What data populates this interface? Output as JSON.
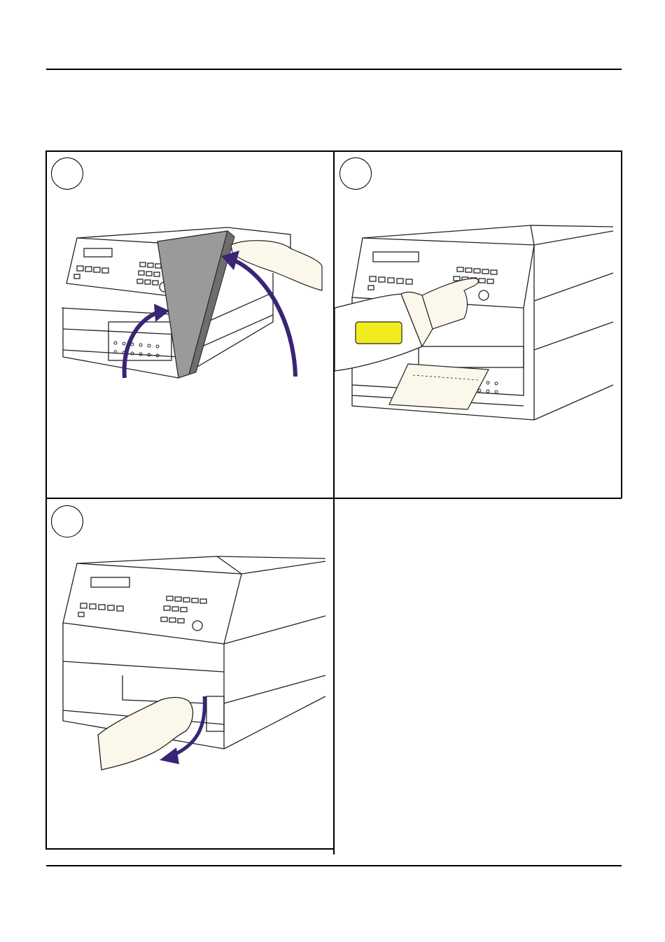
{
  "page": {
    "steps": [
      {
        "name": "step-1",
        "illustration": "open-printhead-cover"
      },
      {
        "name": "step-2",
        "illustration": "press-feed-button"
      },
      {
        "name": "step-3",
        "illustration": "close-printhead-cover"
      }
    ],
    "colors": {
      "arrow": "#3a2476",
      "highlight": "#f2ec1e",
      "cover": "#9a9a9a",
      "skin": "#fbf7ea",
      "line": "#222222"
    }
  }
}
